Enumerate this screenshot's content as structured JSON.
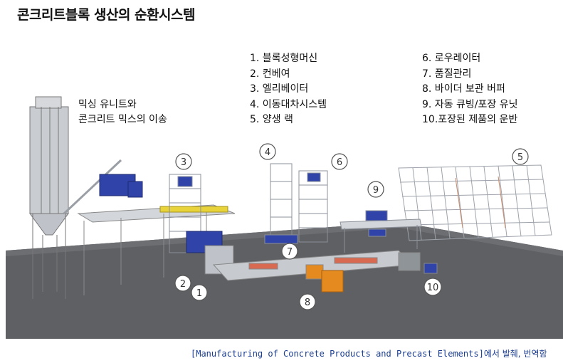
{
  "title": "콘크리트블록 생산의 순환시스템",
  "legend": {
    "left": [
      "1.  블록성형머신",
      "2.  컨베여",
      "3.  엘리베이터",
      "4.  이동대차시스템",
      "5.  양생 랙"
    ],
    "right": [
      "6.  로우레이터",
      "7.  품질관리",
      "8.  바이더 보관 버퍼",
      "9.  자동 큐빙/포장 유닛",
      "10.포장된 제품의 운반"
    ]
  },
  "mix_label": [
    "믹싱 유니트와",
    "콘크리트 믹스의 이송"
  ],
  "markers": [
    "1",
    "2",
    "3",
    "4",
    "5",
    "6",
    "7",
    "8",
    "9",
    "10"
  ],
  "source": {
    "en": "[Manufacturing of Concrete Products and Precast Elements]",
    "ko": "에서 발췌, 번역함"
  },
  "colors": {
    "floor": "#5e6063",
    "steel": "#b7bcc4",
    "blue": "#2f43a8",
    "orange": "#e58a1f",
    "yellow": "#e8d33a",
    "source_text": "#1a3d8f"
  }
}
